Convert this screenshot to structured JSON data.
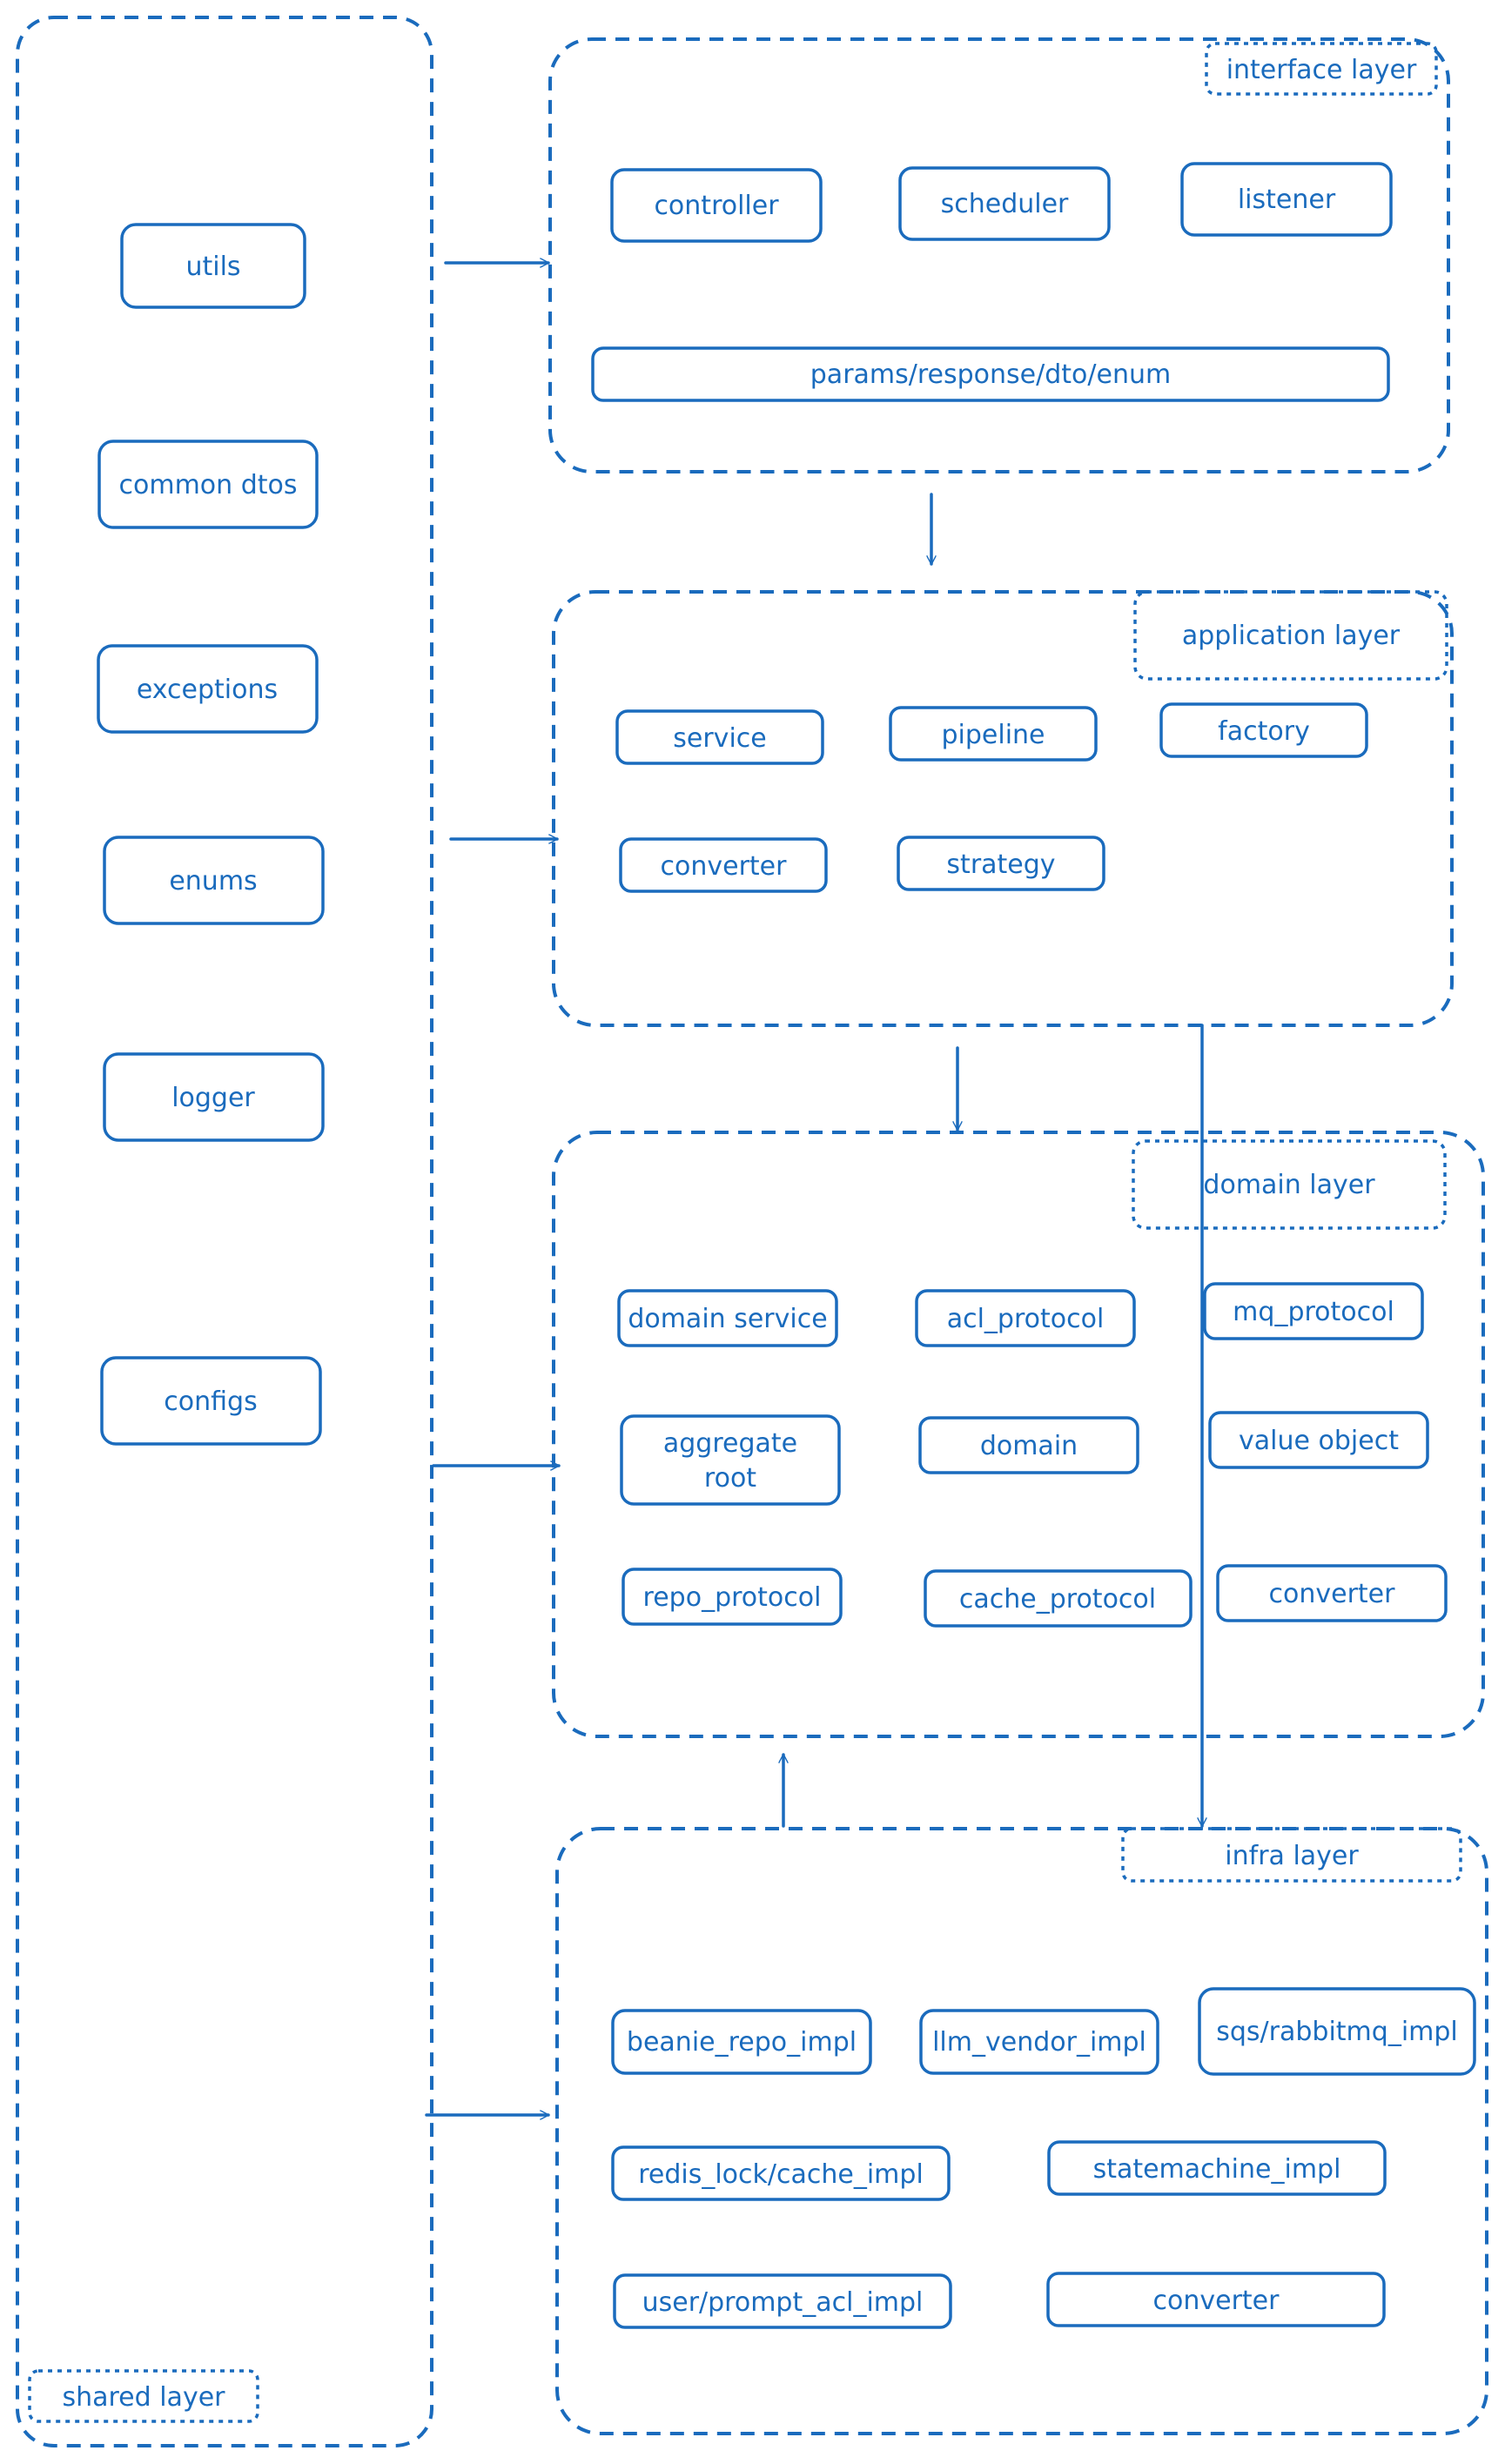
{
  "colors": {
    "stroke": "#1a6bbd",
    "text": "#1a6bbd",
    "background": "#ffffff"
  },
  "layers": {
    "shared": {
      "label": "shared layer",
      "items": [
        "utils",
        "common dtos",
        "exceptions",
        "enums",
        "logger",
        "configs"
      ]
    },
    "interface": {
      "label": "interface layer",
      "items": [
        "controller",
        "scheduler",
        "listener",
        "params/response/dto/enum"
      ]
    },
    "application": {
      "label": "application layer",
      "items": [
        "service",
        "pipeline",
        "factory",
        "converter",
        "strategy"
      ]
    },
    "domain": {
      "label": "domain layer",
      "items": [
        "domain service",
        "acl_protocol",
        "mq_protocol",
        "aggregate root",
        "domain",
        "value object",
        "repo_protocol",
        "cache_protocol",
        "converter"
      ]
    },
    "infra": {
      "label": "infra layer",
      "items": [
        "beanie_repo_impl",
        "llm_vendor_impl",
        "sqs/rabbitmq_impl",
        "redis_lock/cache_impl",
        "statemachine_impl",
        "user/prompt_acl_impl",
        "converter"
      ]
    }
  }
}
